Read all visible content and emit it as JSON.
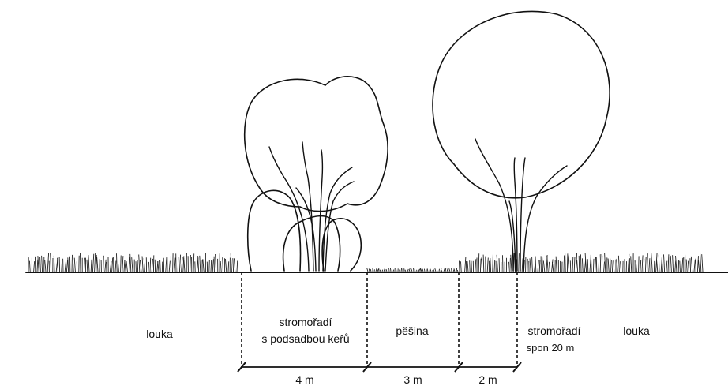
{
  "zones": [
    {
      "id": "louka-left",
      "lines": [
        "louka"
      ]
    },
    {
      "id": "stromoradi-shrubs",
      "lines": [
        "stromořadí",
        "s podsadbou keřů"
      ]
    },
    {
      "id": "pesina",
      "lines": [
        "pěšina"
      ]
    },
    {
      "id": "stromoradi-spon",
      "lines": [
        "stromořadí",
        "spon 20 m"
      ]
    },
    {
      "id": "louka-right",
      "lines": [
        "louka"
      ]
    }
  ],
  "dimensions": [
    "4 m",
    "3 m",
    "2 m"
  ]
}
